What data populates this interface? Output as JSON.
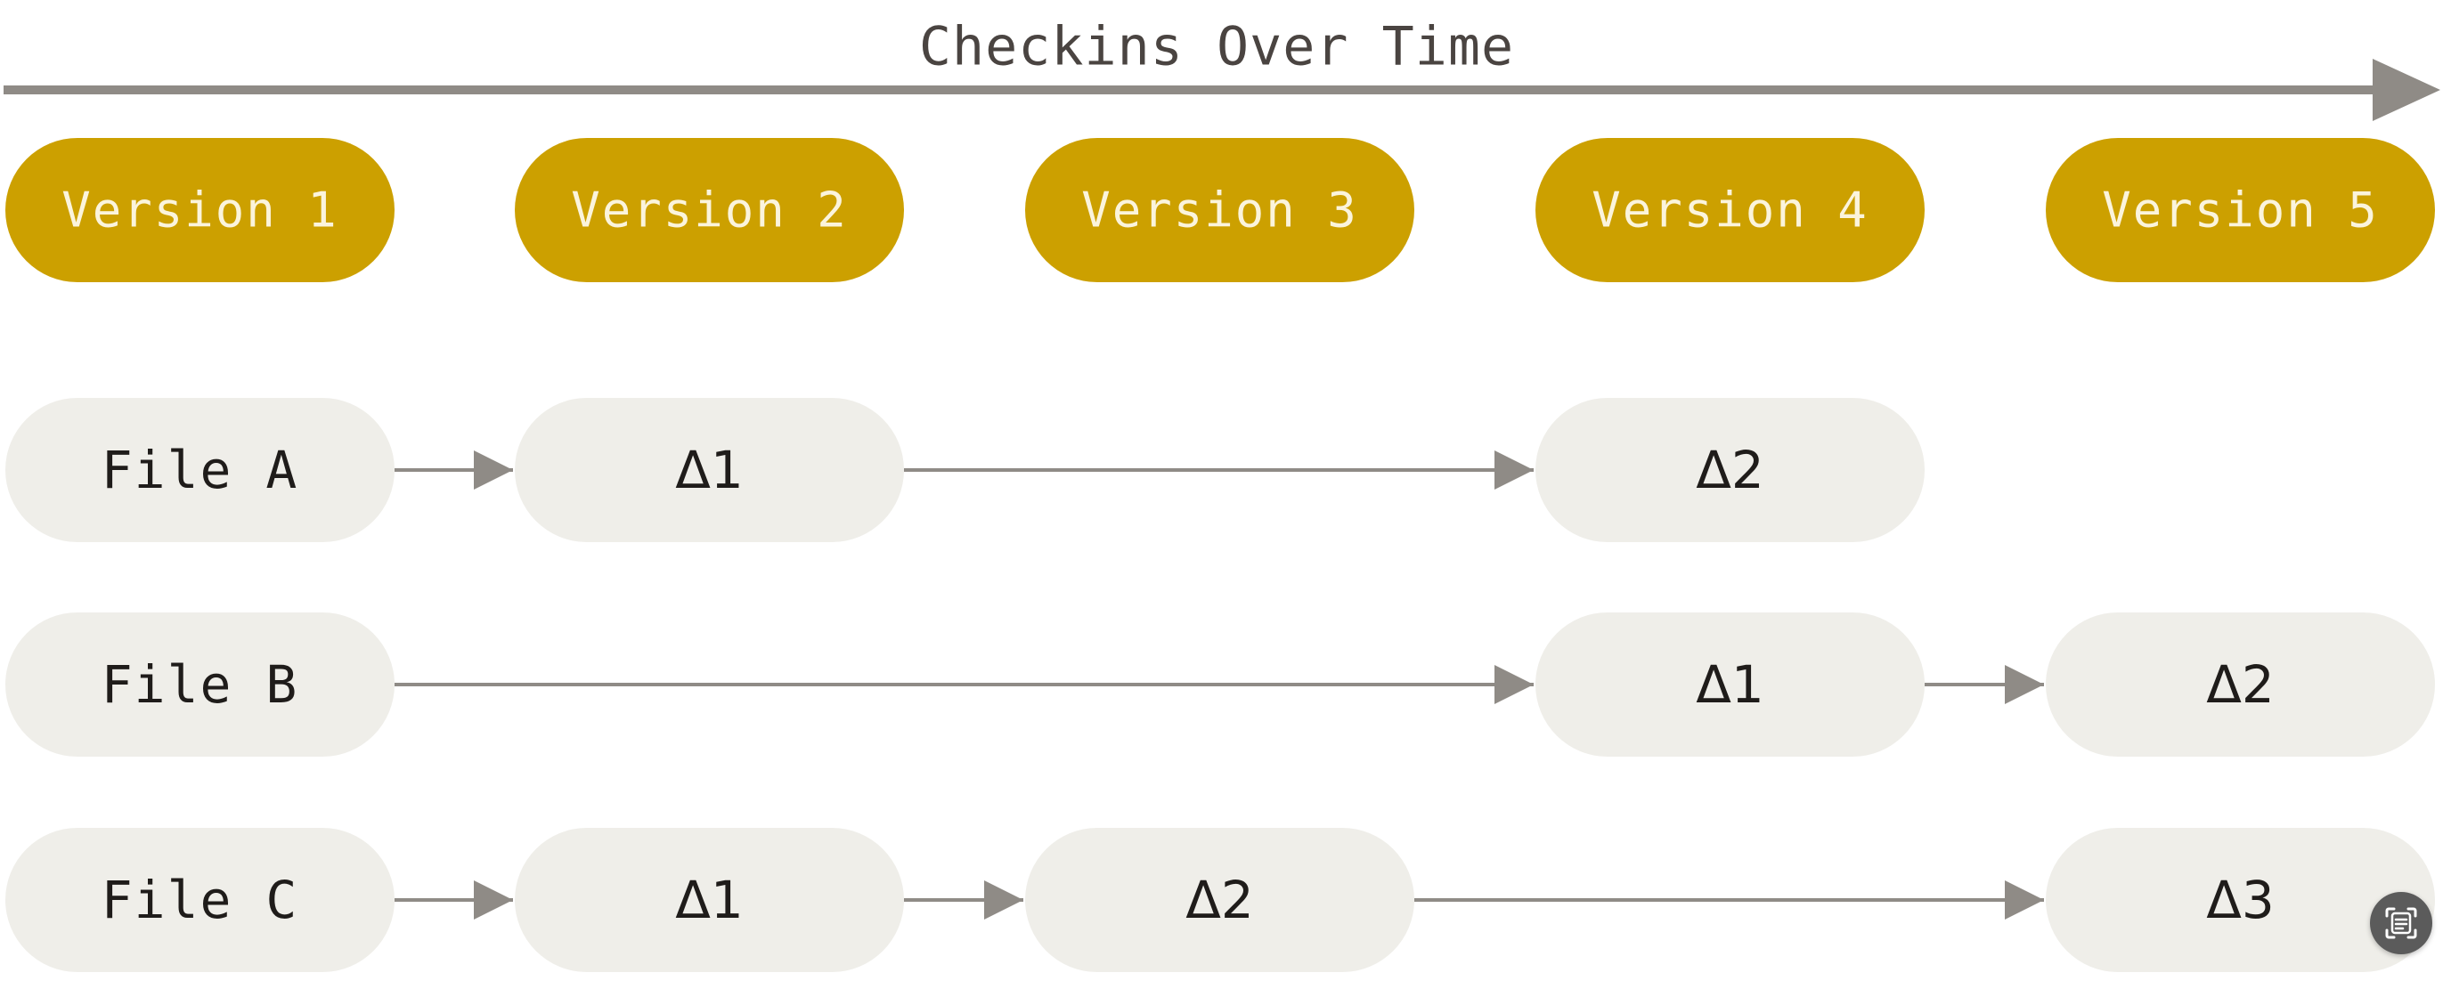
{
  "title": "Checkins Over Time",
  "colors": {
    "version_fill": "#cca000",
    "version_text": "#fbf4dc",
    "node_fill": "#efeee9",
    "node_text": "#1f1c1a",
    "arrow": "#8f8b86",
    "title_text": "#4a4441"
  },
  "versions": [
    "Version 1",
    "Version 2",
    "Version 3",
    "Version 4",
    "Version 5"
  ],
  "files": [
    {
      "name": "File A",
      "cells": [
        {
          "version": 2,
          "label": "Δ1"
        },
        {
          "version": 4,
          "label": "Δ2"
        }
      ]
    },
    {
      "name": "File B",
      "cells": [
        {
          "version": 4,
          "label": "Δ1"
        },
        {
          "version": 5,
          "label": "Δ2"
        }
      ]
    },
    {
      "name": "File C",
      "cells": [
        {
          "version": 2,
          "label": "Δ1"
        },
        {
          "version": 3,
          "label": "Δ2"
        },
        {
          "version": 5,
          "label": "Δ3"
        }
      ]
    }
  ],
  "overlay": {
    "icon": "scan-text-icon"
  }
}
